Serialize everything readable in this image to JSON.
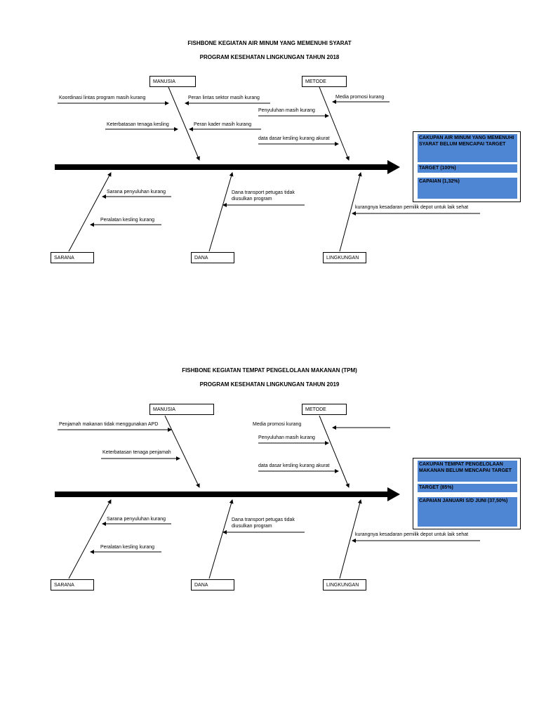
{
  "diagrams": [
    {
      "title_line1": "FISHBONE KEGIATAN AIR MINUM YANG MEMENUHI SYARAT",
      "title_line2": "PROGRAM  KESEHATAN LINGKUNGAN TAHUN 2018",
      "categories": {
        "manusia": "MANUSIA",
        "metode": "METODE",
        "sarana": "SARANA",
        "dana": "DANA",
        "lingkungan": "LINGKUNGAN"
      },
      "causes": {
        "manusia": [
          "Koordinasi lintas program masih kurang",
          "Peran lintas sektor masih kurang",
          "Keterbatasan tenaga kesling",
          "Peran kader masih kurang"
        ],
        "metode": [
          "Media promosi kurang",
          "Penyuluhan masih kurang",
          "data dasar kesling kurang akurat"
        ],
        "sarana": [
          "Sarana penyuluhan kurang",
          "Peralatan kesling kurang"
        ],
        "dana": [
          "Dana transport petugas tidak diusulkan program"
        ],
        "lingkungan": [
          "kurangnya kesadaran pemilik depot untuk laik sehat"
        ]
      },
      "effect": {
        "problem": "CAKUPAN AIR MINUM YANG MEMENUHI SYARAT BELUM MENCAPAI TARGET",
        "target": "TARGET   (100%)",
        "achievement": "CAPAIAN    (1,32%)"
      }
    },
    {
      "title_line1": "FISHBONE KEGIATAN TEMPAT PENGELOLAAN MAKANAN (TPM)",
      "title_line2": "PROGRAM  KESEHATAN LINGKUNGAN TAHUN 2019",
      "categories": {
        "manusia": "MANUSIA",
        "metode": "METODE",
        "sarana": "SARANA",
        "dana": "DANA",
        "lingkungan": "LINGKUNGAN"
      },
      "causes": {
        "manusia": [
          "Penjamah makanan tidak menggunakan APD",
          "Keterbatasan tenaga penjamah"
        ],
        "metode": [
          "Media promosi kurang",
          "Penyuluhan masih kurang",
          "data dasar kesling kurang akurat"
        ],
        "sarana": [
          "Sarana penyuluhan kurang",
          "Peralatan kesling kurang"
        ],
        "dana": [
          "Dana transport petugas tidak diusulkan program"
        ],
        "lingkungan": [
          "kurangnya kesadaran pemilik depot untuk laik sehat"
        ]
      },
      "effect": {
        "problem": "CAKUPAN TEMPAT PENGELOLAAN MAKANAN BELUM MENCAPAI TARGET",
        "target": "TARGET   (85%)",
        "achievement": "CAPAIAN JANUARI S/D JUNI  (37,50%)"
      }
    }
  ]
}
